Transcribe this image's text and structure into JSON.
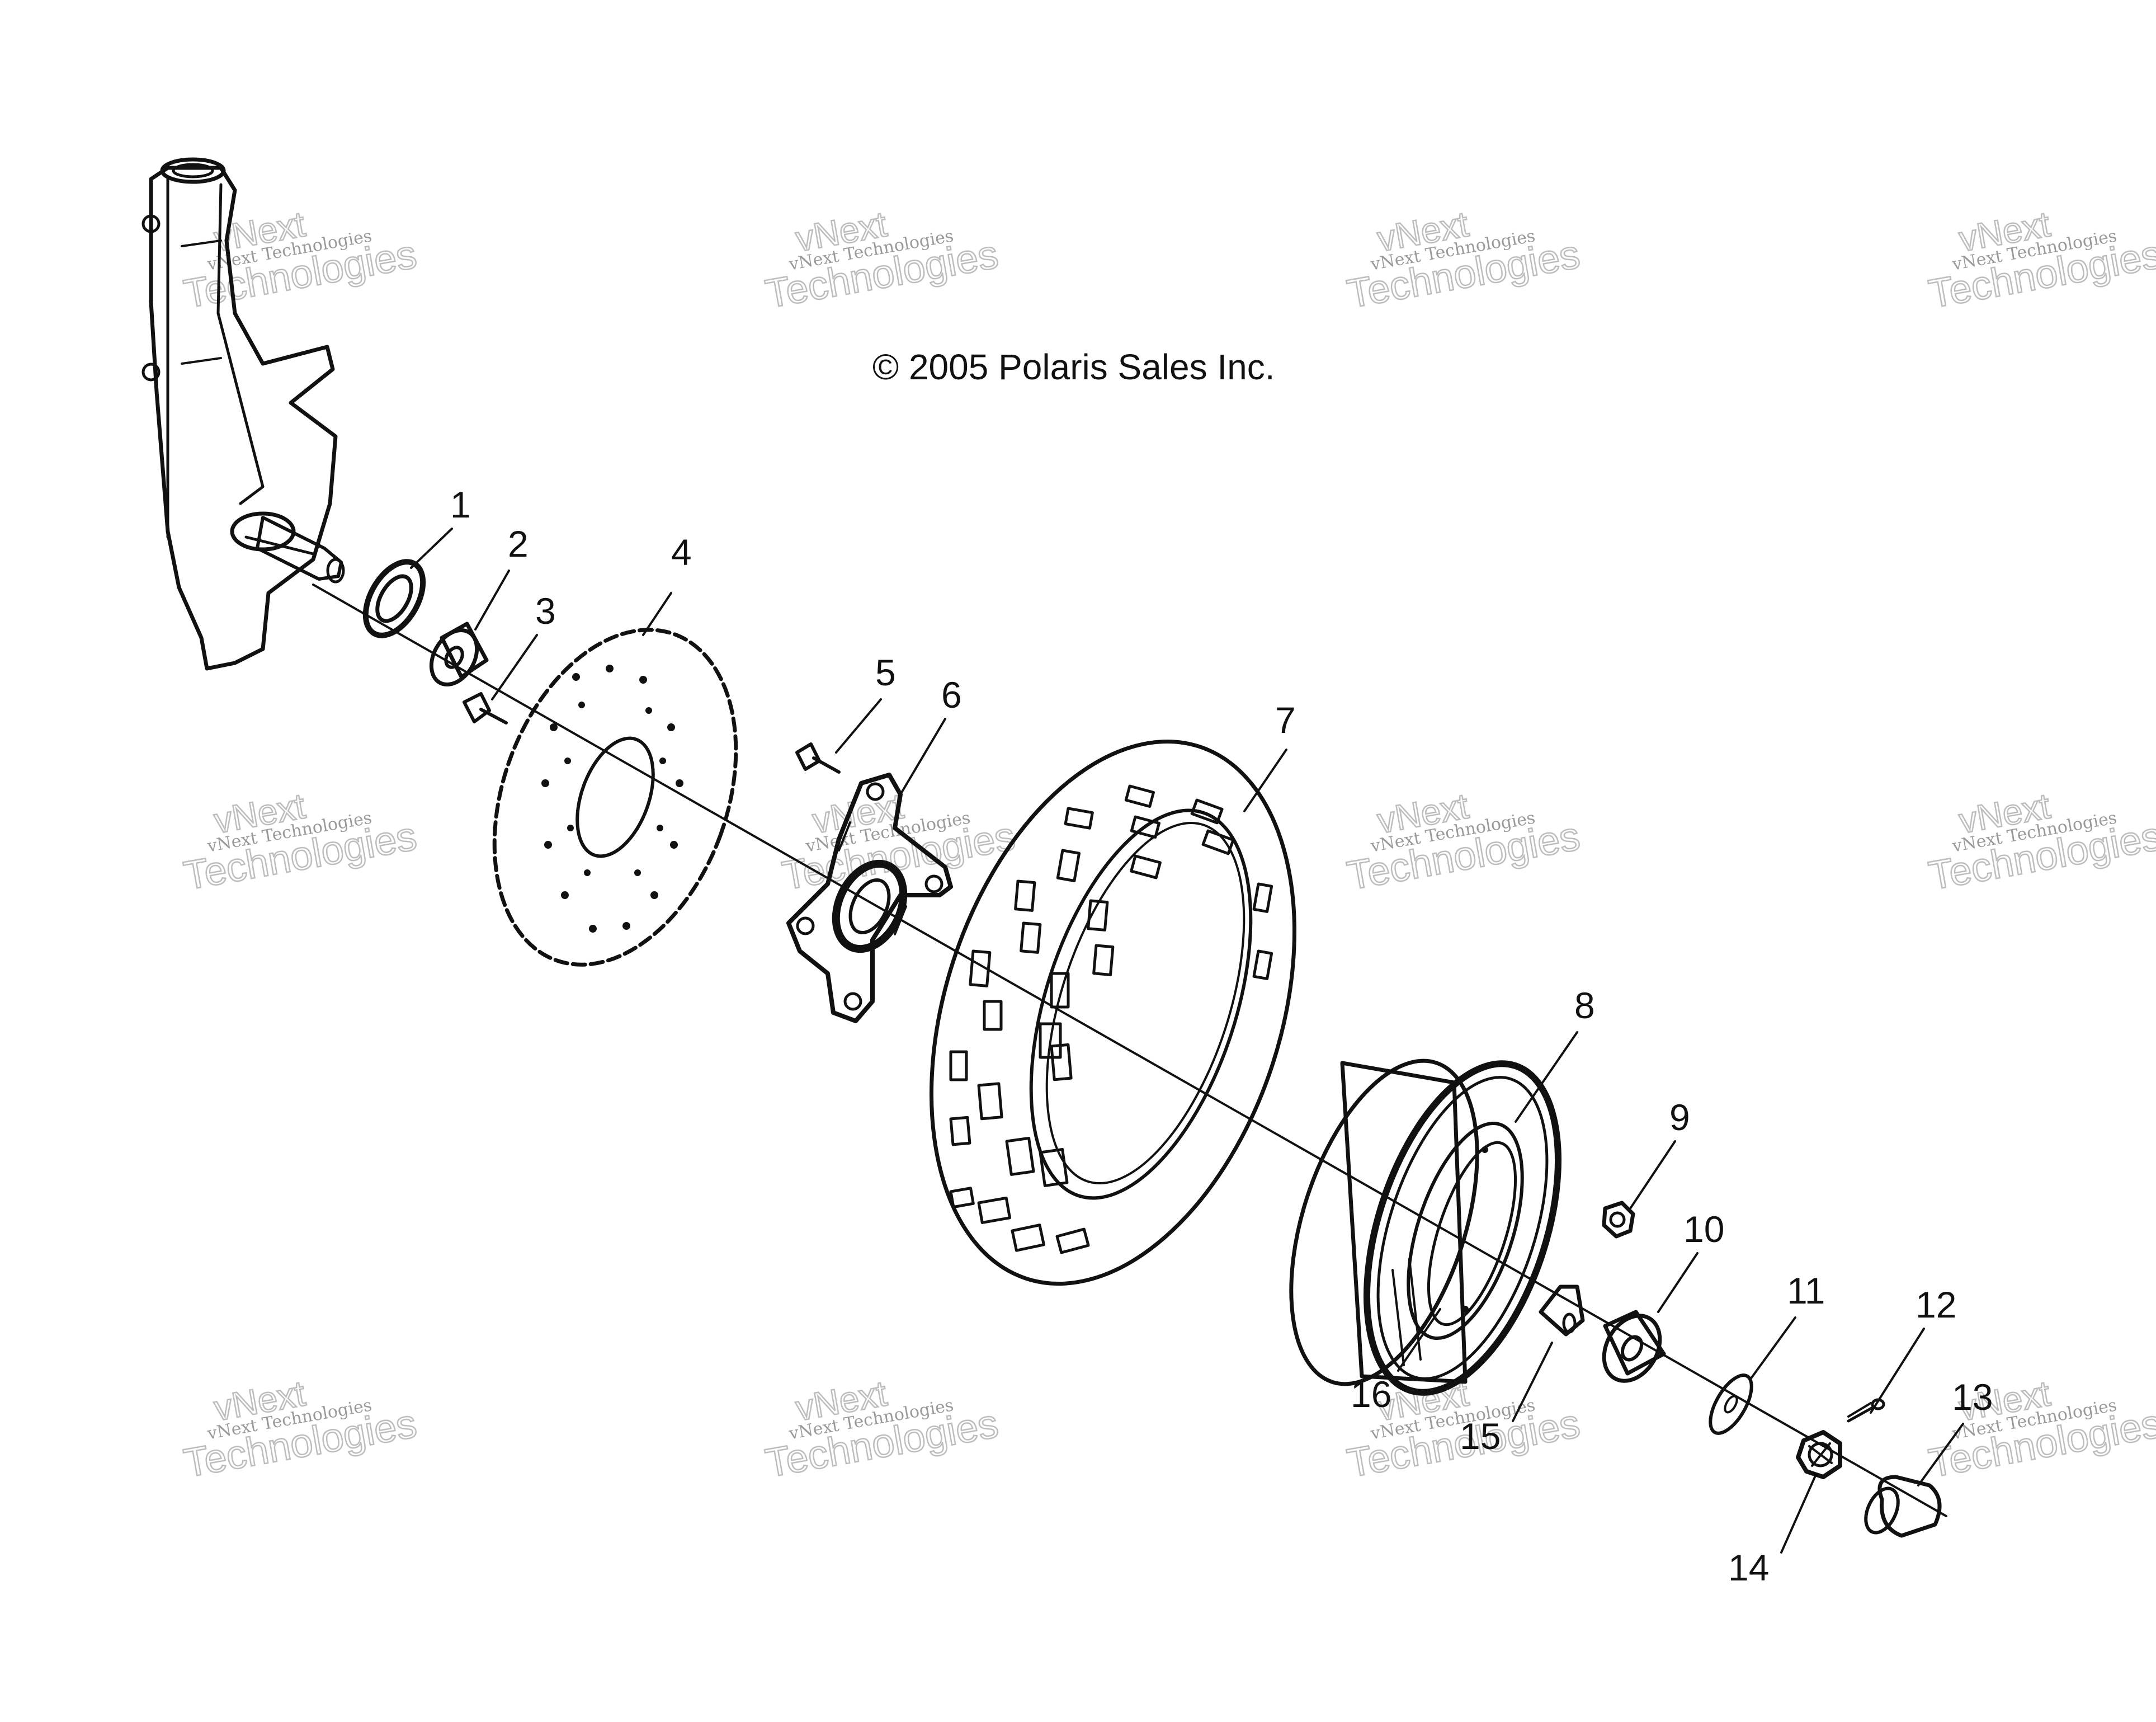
{
  "copyright": "© 2005 Polaris Sales Inc.",
  "watermark": {
    "brand": "vNext",
    "line": "vNext Technologies",
    "big": "Technologies"
  },
  "callouts": {
    "c1": "1",
    "c2": "2",
    "c3": "3",
    "c4": "4",
    "c5": "5",
    "c6": "6",
    "c7": "7",
    "c8": "8",
    "c9": "9",
    "c10": "10",
    "c11": "11",
    "c12": "12",
    "c13": "13",
    "c14": "14",
    "c15": "15",
    "c16": "16"
  }
}
